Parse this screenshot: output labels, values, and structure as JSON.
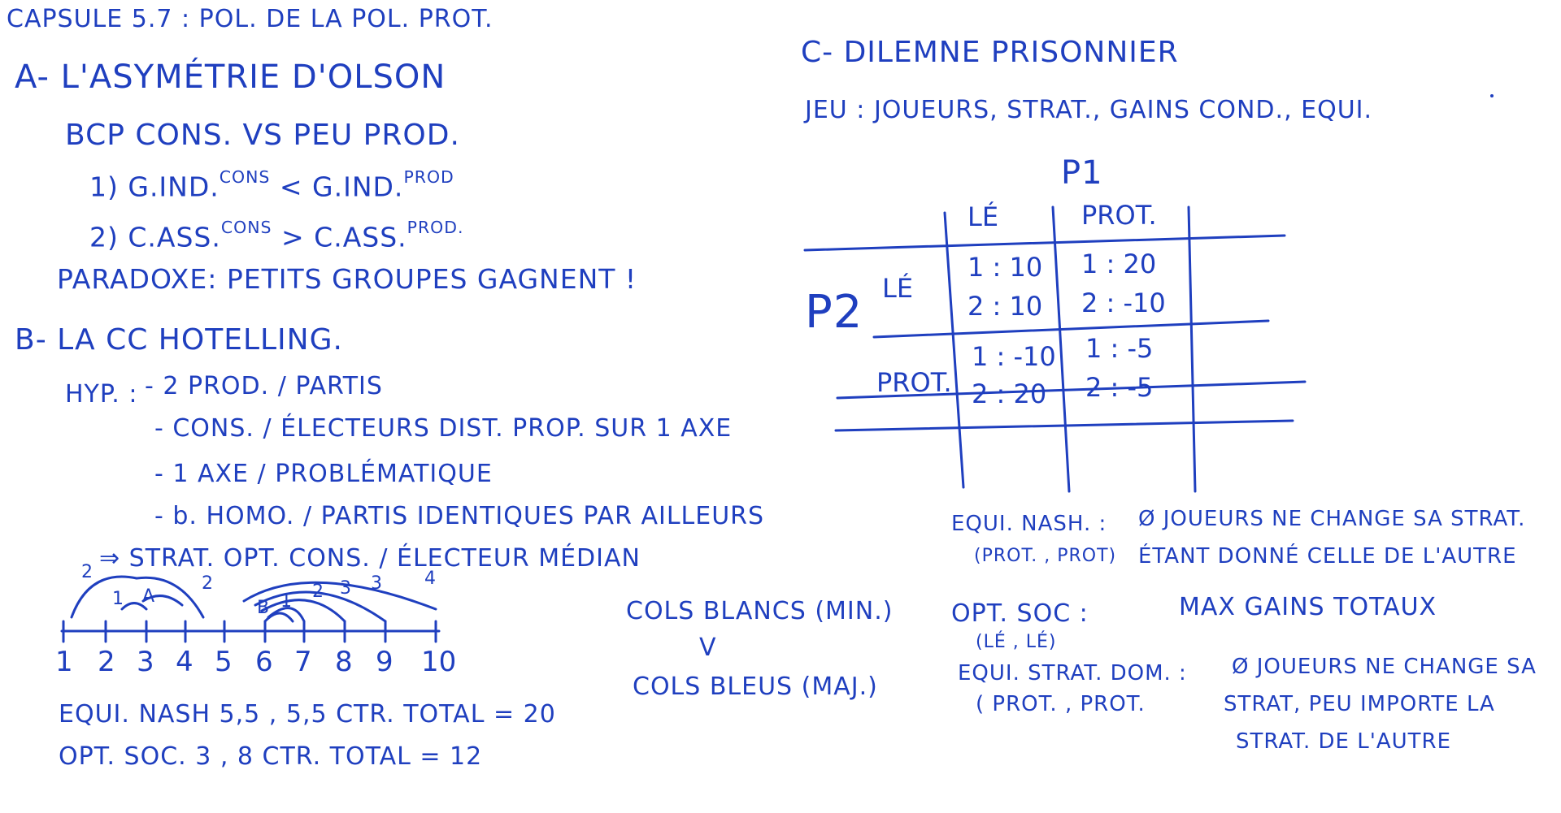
{
  "header": {
    "title": "CAPSULE 5.7 : POL. DE LA POL. PROT."
  },
  "section_a": {
    "heading": "A- L'ASYMÉTRIE D'OLSON",
    "line1": "BCP CONS. VS PEU PROD.",
    "item1": {
      "num": "1)",
      "a": "G.IND.",
      "a_sup": "CONS",
      "op": "<",
      "b": "G.IND.",
      "b_sup": "PROD"
    },
    "item2": {
      "num": "2)",
      "a": "C.ASS.",
      "a_sup": "CONS",
      "op": ">",
      "b": "C.ASS.",
      "b_sup": "PROD."
    },
    "paradox": "PARADOXE: PETITS GROUPES GAGNENT !"
  },
  "section_b": {
    "heading": "B- LA CC HOTELLING.",
    "hyp_label": "HYP. :",
    "hyps": [
      "- 2 PROD. / PARTIS",
      "- CONS. / ÉLECTEURS DIST. PROP. SUR 1 AXE",
      "- 1 AXE / PROBLÉMATIQUE",
      "- b. HOMO. / PARTIS IDENTIQUES PAR AILLEURS"
    ],
    "conclusion": "⇒ STRAT. OPT. CONS. / ÉLECTEUR MÉDIAN",
    "conclusion_prefix": "2",
    "axis_ticks": [
      "1",
      "2",
      "3",
      "4",
      "5",
      "6",
      "7",
      "8",
      "9",
      "10"
    ],
    "arc_labels": [
      "2",
      "1",
      "2",
      "1",
      "2",
      "3",
      "3",
      "4"
    ],
    "marker_a": "A",
    "marker_b": "B",
    "nash": "EQUI. NASH  5,5 , 5,5  CTR. TOTAL = 20",
    "opt": "OPT. SOC.   3 , 8   CTR. TOTAL = 12"
  },
  "middle": {
    "top": "COLS BLANCS (MIN.)",
    "vs": "V",
    "bottom": "COLS BLEUS (MAJ.)"
  },
  "section_c": {
    "heading": "C- DILEMNE PRISONNIER",
    "game": "JEU : JOUEURS, STRAT., GAINS COND., EQUI.",
    "p1": "P1",
    "p2": "P2",
    "col_headers": [
      "LÉ",
      "PROT."
    ],
    "row_headers": [
      "LÉ",
      "PROT."
    ],
    "cells": [
      [
        "1 : 10",
        "2 : 10",
        "1 : 20",
        "2 : -10"
      ],
      [
        "1 : -10",
        "2 : 20",
        "1 : -5",
        "2 : -5"
      ]
    ],
    "nash_label": "EQUI. NASH. :",
    "nash_sub": "(PROT. , PROT)",
    "nash_desc1": "Ø JOUEURS NE CHANGE SA STRAT.",
    "nash_desc2": "ÉTANT DONNÉ CELLE DE L'AUTRE",
    "opt_label": "OPT. SOC :",
    "opt_sub": "(LÉ , LÉ)",
    "opt_desc": "MAX GAINS TOTAUX",
    "dom_label": "EQUI. STRAT. DOM. :",
    "dom_sub": "( PROT. , PROT.",
    "dom_desc1": "Ø JOUEURS NE CHANGE SA",
    "dom_desc2": "STRAT, PEU IMPORTE LA",
    "dom_desc3": "STRAT. DE L'AUTRE"
  }
}
